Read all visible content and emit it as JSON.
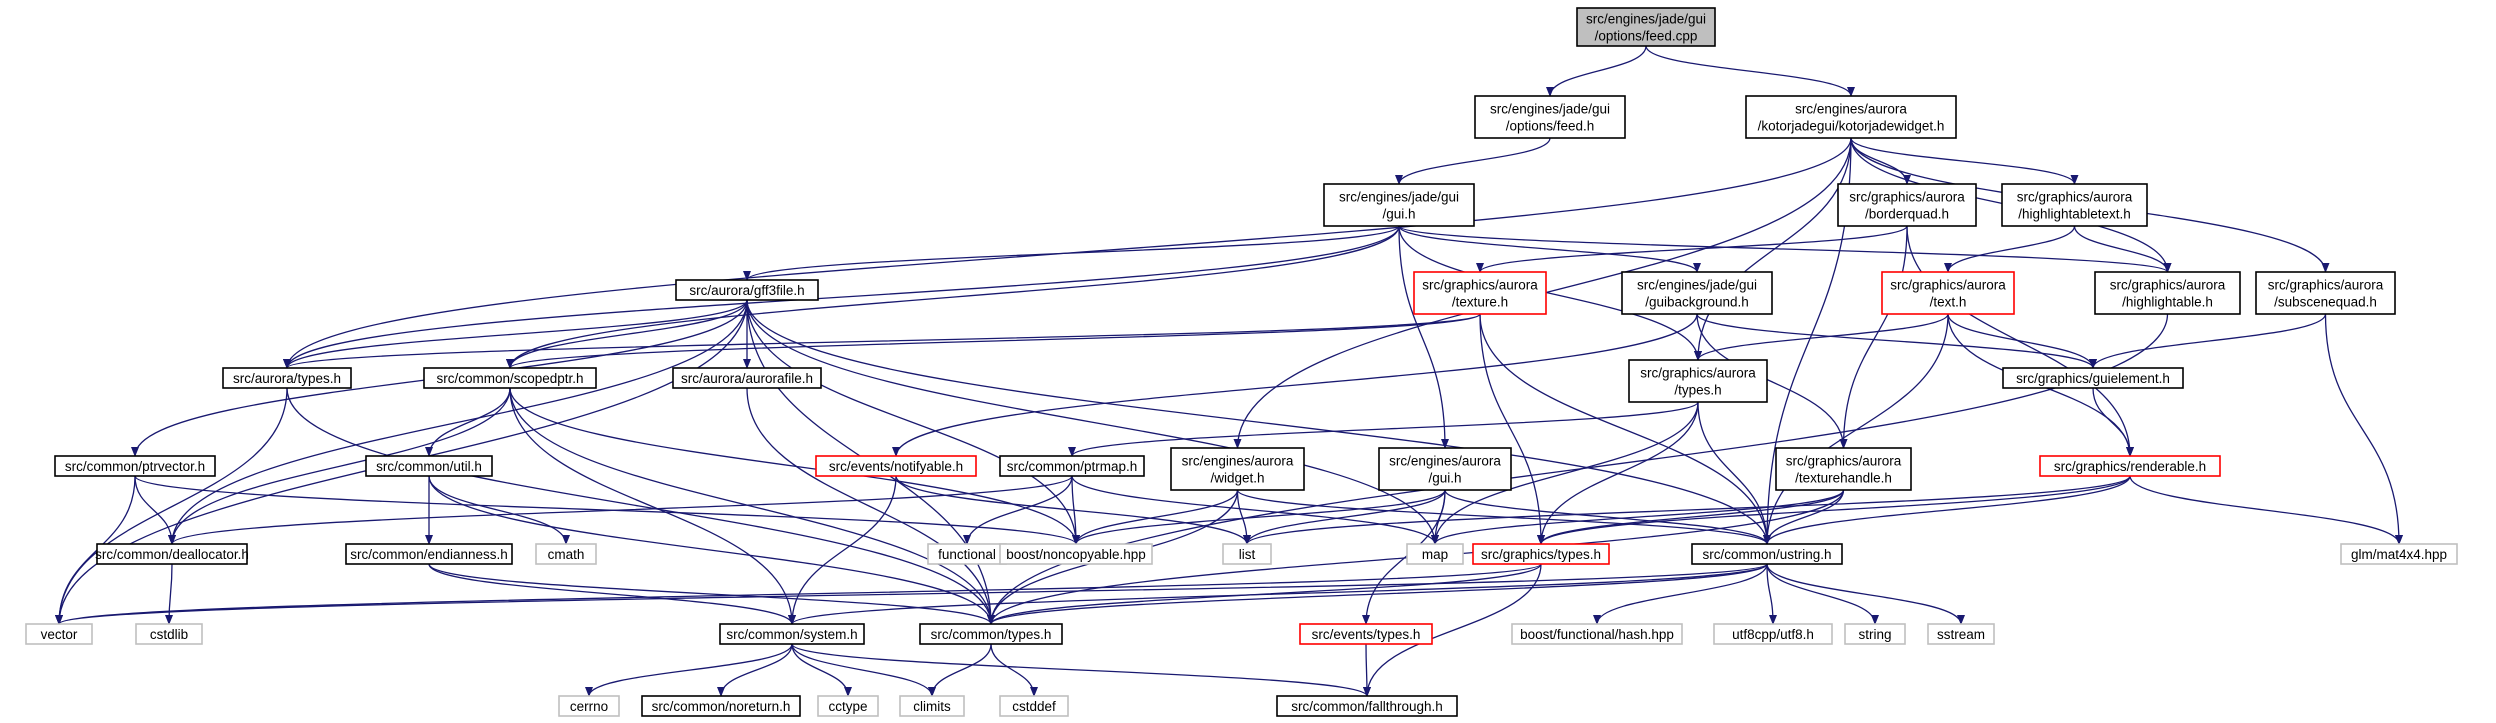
{
  "colors": {
    "edge": "#191970",
    "root_fill": "#bfbfbf",
    "red_border": "#ff0000",
    "sys_border": "#bfbfbf"
  },
  "nodes": [
    {
      "id": "feed_cpp",
      "lines": [
        "src/engines/jade/gui",
        "/options/feed.cpp"
      ],
      "kind": "root"
    },
    {
      "id": "feed_h",
      "lines": [
        "src/engines/jade/gui",
        "/options/feed.h"
      ],
      "kind": "normal"
    },
    {
      "id": "kjw_h",
      "lines": [
        "src/engines/aurora",
        "/kotorjadegui/kotorjadewidget.h"
      ],
      "kind": "normal"
    },
    {
      "id": "jadegui_h",
      "lines": [
        "src/engines/jade/gui",
        "/gui.h"
      ],
      "kind": "normal"
    },
    {
      "id": "borderquad_h",
      "lines": [
        "src/graphics/aurora",
        "/borderquad.h"
      ],
      "kind": "normal"
    },
    {
      "id": "hltext_h",
      "lines": [
        "src/graphics/aurora",
        "/highlightabletext.h"
      ],
      "kind": "normal"
    },
    {
      "id": "gff3_h",
      "lines": [
        "src/aurora/gff3file.h"
      ],
      "kind": "normal"
    },
    {
      "id": "texture_h",
      "lines": [
        "src/graphics/aurora",
        "/texture.h"
      ],
      "kind": "red"
    },
    {
      "id": "guibg_h",
      "lines": [
        "src/engines/jade/gui",
        "/guibackground.h"
      ],
      "kind": "normal"
    },
    {
      "id": "gtext_h",
      "lines": [
        "src/graphics/aurora",
        "/text.h"
      ],
      "kind": "red"
    },
    {
      "id": "hl_h",
      "lines": [
        "src/graphics/aurora",
        "/highlightable.h"
      ],
      "kind": "normal"
    },
    {
      "id": "subscene_h",
      "lines": [
        "src/graphics/aurora",
        "/subscenequad.h"
      ],
      "kind": "normal"
    },
    {
      "id": "atypes_h",
      "lines": [
        "src/aurora/types.h"
      ],
      "kind": "normal"
    },
    {
      "id": "scopedptr_h",
      "lines": [
        "src/common/scopedptr.h"
      ],
      "kind": "normal"
    },
    {
      "id": "aurorafile_h",
      "lines": [
        "src/aurora/aurorafile.h"
      ],
      "kind": "normal"
    },
    {
      "id": "gatypes_h",
      "lines": [
        "src/graphics/aurora",
        "/types.h"
      ],
      "kind": "normal"
    },
    {
      "id": "guielement_h",
      "lines": [
        "src/graphics/guielement.h"
      ],
      "kind": "normal"
    },
    {
      "id": "ptrvector_h",
      "lines": [
        "src/common/ptrvector.h"
      ],
      "kind": "normal"
    },
    {
      "id": "util_h",
      "lines": [
        "src/common/util.h"
      ],
      "kind": "normal"
    },
    {
      "id": "notifyable_h",
      "lines": [
        "src/events/notifyable.h"
      ],
      "kind": "red"
    },
    {
      "id": "ptrmap_h",
      "lines": [
        "src/common/ptrmap.h"
      ],
      "kind": "normal"
    },
    {
      "id": "widget_h",
      "lines": [
        "src/engines/aurora",
        "/widget.h"
      ],
      "kind": "normal"
    },
    {
      "id": "eagui_h",
      "lines": [
        "src/engines/aurora",
        "/gui.h"
      ],
      "kind": "normal"
    },
    {
      "id": "texhandle_h",
      "lines": [
        "src/graphics/aurora",
        "/texturehandle.h"
      ],
      "kind": "normal"
    },
    {
      "id": "renderable_h",
      "lines": [
        "src/graphics/renderable.h"
      ],
      "kind": "red"
    },
    {
      "id": "deallocator_h",
      "lines": [
        "src/common/deallocator.h"
      ],
      "kind": "normal"
    },
    {
      "id": "cmath",
      "lines": [
        "cmath"
      ],
      "kind": "sys"
    },
    {
      "id": "endianness_h",
      "lines": [
        "src/common/endianness.h"
      ],
      "kind": "normal"
    },
    {
      "id": "functional",
      "lines": [
        "functional"
      ],
      "kind": "sys"
    },
    {
      "id": "noncopyable",
      "lines": [
        "boost/noncopyable.hpp"
      ],
      "kind": "sys"
    },
    {
      "id": "list",
      "lines": [
        "list"
      ],
      "kind": "sys"
    },
    {
      "id": "map",
      "lines": [
        "map"
      ],
      "kind": "sys"
    },
    {
      "id": "gtypes_h",
      "lines": [
        "src/graphics/types.h"
      ],
      "kind": "red"
    },
    {
      "id": "ustring_h",
      "lines": [
        "src/common/ustring.h"
      ],
      "kind": "normal"
    },
    {
      "id": "mat4x4",
      "lines": [
        "glm/mat4x4.hpp"
      ],
      "kind": "sys"
    },
    {
      "id": "vector",
      "lines": [
        "vector"
      ],
      "kind": "sys"
    },
    {
      "id": "cstdlib",
      "lines": [
        "cstdlib"
      ],
      "kind": "sys"
    },
    {
      "id": "system_h",
      "lines": [
        "src/common/system.h"
      ],
      "kind": "normal"
    },
    {
      "id": "ctypes_h",
      "lines": [
        "src/common/types.h"
      ],
      "kind": "normal"
    },
    {
      "id": "evtypes_h",
      "lines": [
        "src/events/types.h"
      ],
      "kind": "red"
    },
    {
      "id": "hash_hpp",
      "lines": [
        "boost/functional/hash.hpp"
      ],
      "kind": "sys"
    },
    {
      "id": "utf8_h",
      "lines": [
        "utf8cpp/utf8.h"
      ],
      "kind": "sys"
    },
    {
      "id": "string",
      "lines": [
        "string"
      ],
      "kind": "sys"
    },
    {
      "id": "sstream",
      "lines": [
        "sstream"
      ],
      "kind": "sys"
    },
    {
      "id": "cerrno",
      "lines": [
        "cerrno"
      ],
      "kind": "sys"
    },
    {
      "id": "noreturn_h",
      "lines": [
        "src/common/noreturn.h"
      ],
      "kind": "normal"
    },
    {
      "id": "cctype",
      "lines": [
        "cctype"
      ],
      "kind": "sys"
    },
    {
      "id": "climits",
      "lines": [
        "climits"
      ],
      "kind": "sys"
    },
    {
      "id": "cstddef",
      "lines": [
        "cstddef"
      ],
      "kind": "sys"
    },
    {
      "id": "fallthrough_h",
      "lines": [
        "src/common/fallthrough.h"
      ],
      "kind": "normal"
    }
  ],
  "edges": [
    [
      "feed_cpp",
      "feed_h"
    ],
    [
      "feed_cpp",
      "kjw_h"
    ],
    [
      "feed_h",
      "jadegui_h"
    ],
    [
      "kjw_h",
      "borderquad_h"
    ],
    [
      "kjw_h",
      "hltext_h"
    ],
    [
      "kjw_h",
      "hl_h"
    ],
    [
      "kjw_h",
      "subscene_h"
    ],
    [
      "kjw_h",
      "atypes_h"
    ],
    [
      "kjw_h",
      "widget_h"
    ],
    [
      "kjw_h",
      "gatypes_h"
    ],
    [
      "kjw_h",
      "ustring_h"
    ],
    [
      "jadegui_h",
      "gff3_h"
    ],
    [
      "jadegui_h",
      "guibg_h"
    ],
    [
      "jadegui_h",
      "hl_h"
    ],
    [
      "jadegui_h",
      "atypes_h"
    ],
    [
      "jadegui_h",
      "scopedptr_h"
    ],
    [
      "jadegui_h",
      "gatypes_h"
    ],
    [
      "jadegui_h",
      "eagui_h"
    ],
    [
      "borderquad_h",
      "texture_h"
    ],
    [
      "borderquad_h",
      "texhandle_h"
    ],
    [
      "borderquad_h",
      "renderable_h"
    ],
    [
      "hltext_h",
      "gtext_h"
    ],
    [
      "hltext_h",
      "hl_h"
    ],
    [
      "gff3_h",
      "atypes_h"
    ],
    [
      "gff3_h",
      "scopedptr_h"
    ],
    [
      "gff3_h",
      "aurorafile_h"
    ],
    [
      "gff3_h",
      "ptrvector_h"
    ],
    [
      "gff3_h",
      "deallocator_h"
    ],
    [
      "gff3_h",
      "vector"
    ],
    [
      "gff3_h",
      "noncopyable"
    ],
    [
      "gff3_h",
      "map"
    ],
    [
      "gff3_h",
      "ctypes_h"
    ],
    [
      "gff3_h",
      "ustring_h"
    ],
    [
      "texture_h",
      "atypes_h"
    ],
    [
      "texture_h",
      "scopedptr_h"
    ],
    [
      "texture_h",
      "gtypes_h"
    ],
    [
      "texture_h",
      "ustring_h"
    ],
    [
      "guibg_h",
      "notifyable_h"
    ],
    [
      "guibg_h",
      "texhandle_h"
    ],
    [
      "guibg_h",
      "guielement_h"
    ],
    [
      "gtext_h",
      "gatypes_h"
    ],
    [
      "gtext_h",
      "guielement_h"
    ],
    [
      "gtext_h",
      "renderable_h"
    ],
    [
      "gtext_h",
      "ustring_h"
    ],
    [
      "hl_h",
      "ctypes_h"
    ],
    [
      "subscene_h",
      "guielement_h"
    ],
    [
      "subscene_h",
      "mat4x4"
    ],
    [
      "atypes_h",
      "vector"
    ],
    [
      "atypes_h",
      "ctypes_h"
    ],
    [
      "scopedptr_h",
      "util_h"
    ],
    [
      "scopedptr_h",
      "deallocator_h"
    ],
    [
      "scopedptr_h",
      "noncopyable"
    ],
    [
      "scopedptr_h",
      "system_h"
    ],
    [
      "scopedptr_h",
      "ctypes_h"
    ],
    [
      "aurorafile_h",
      "ctypes_h"
    ],
    [
      "gatypes_h",
      "ptrmap_h"
    ],
    [
      "gatypes_h",
      "map"
    ],
    [
      "gatypes_h",
      "gtypes_h"
    ],
    [
      "gatypes_h",
      "ustring_h"
    ],
    [
      "guielement_h",
      "renderable_h"
    ],
    [
      "ptrvector_h",
      "deallocator_h"
    ],
    [
      "ptrvector_h",
      "vector"
    ],
    [
      "ptrvector_h",
      "noncopyable"
    ],
    [
      "util_h",
      "cmath"
    ],
    [
      "util_h",
      "endianness_h"
    ],
    [
      "util_h",
      "ctypes_h"
    ],
    [
      "notifyable_h",
      "list"
    ],
    [
      "notifyable_h",
      "system_h"
    ],
    [
      "ptrmap_h",
      "functional"
    ],
    [
      "ptrmap_h",
      "noncopyable"
    ],
    [
      "ptrmap_h",
      "deallocator_h"
    ],
    [
      "ptrmap_h",
      "map"
    ],
    [
      "widget_h",
      "list"
    ],
    [
      "widget_h",
      "noncopyable"
    ],
    [
      "widget_h",
      "ustring_h"
    ],
    [
      "widget_h",
      "ctypes_h"
    ],
    [
      "eagui_h",
      "list"
    ],
    [
      "eagui_h",
      "map"
    ],
    [
      "eagui_h",
      "noncopyable"
    ],
    [
      "eagui_h",
      "ustring_h"
    ],
    [
      "eagui_h",
      "evtypes_h"
    ],
    [
      "texhandle_h",
      "map"
    ],
    [
      "texhandle_h",
      "gtypes_h"
    ],
    [
      "texhandle_h",
      "ustring_h"
    ],
    [
      "texhandle_h",
      "ctypes_h"
    ],
    [
      "renderable_h",
      "list"
    ],
    [
      "renderable_h",
      "mat4x4"
    ],
    [
      "renderable_h",
      "gtypes_h"
    ],
    [
      "renderable_h",
      "ustring_h"
    ],
    [
      "deallocator_h",
      "cstdlib"
    ],
    [
      "endianness_h",
      "system_h"
    ],
    [
      "endianness_h",
      "ctypes_h"
    ],
    [
      "gtypes_h",
      "vector"
    ],
    [
      "gtypes_h",
      "ctypes_h"
    ],
    [
      "gtypes_h",
      "fallthrough_h"
    ],
    [
      "ustring_h",
      "vector"
    ],
    [
      "ustring_h",
      "hash_hpp"
    ],
    [
      "ustring_h",
      "utf8_h"
    ],
    [
      "ustring_h",
      "string"
    ],
    [
      "ustring_h",
      "sstream"
    ],
    [
      "ustring_h",
      "system_h"
    ],
    [
      "ustring_h",
      "ctypes_h"
    ],
    [
      "system_h",
      "cerrno"
    ],
    [
      "system_h",
      "noreturn_h"
    ],
    [
      "system_h",
      "cctype"
    ],
    [
      "system_h",
      "climits"
    ],
    [
      "system_h",
      "fallthrough_h"
    ],
    [
      "ctypes_h",
      "climits"
    ],
    [
      "ctypes_h",
      "cstddef"
    ],
    [
      "evtypes_h",
      "fallthrough_h"
    ]
  ]
}
